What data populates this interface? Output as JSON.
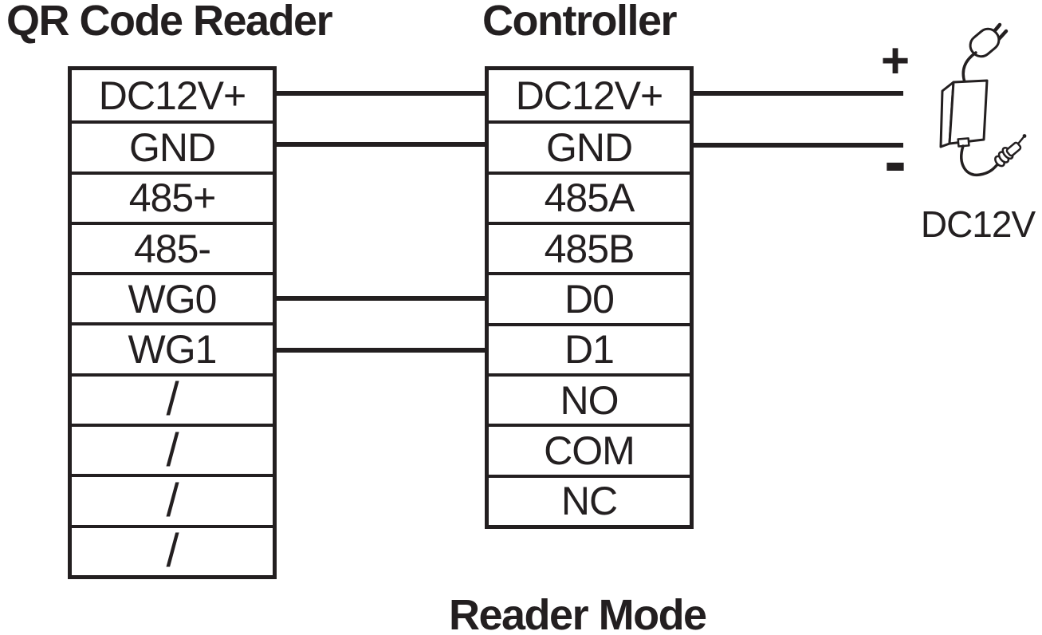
{
  "diagram": {
    "reader": {
      "title": "QR Code Reader",
      "pins": [
        "DC12V+",
        "GND",
        "485+",
        "485-",
        "WG0",
        "WG1",
        "/",
        "/",
        "/",
        "/"
      ]
    },
    "controller": {
      "title": "Controller",
      "pins": [
        "DC12V+",
        "GND",
        "485A",
        "485B",
        "D0",
        "D1",
        "NO",
        "COM",
        "NC"
      ]
    },
    "power_supply": {
      "positive_label": "+",
      "negative_label": "-",
      "label": "DC12V"
    },
    "mode_label": "Reader Mode",
    "connections": {
      "reader_to_controller": [
        {
          "from": "DC12V+",
          "to": "DC12V+"
        },
        {
          "from": "GND",
          "to": "GND"
        },
        {
          "from": "WG0",
          "to": "D0"
        },
        {
          "from": "WG1",
          "to": "D1"
        }
      ],
      "controller_to_power": [
        {
          "from": "DC12V+",
          "to": "+"
        },
        {
          "from": "GND",
          "to": "-"
        }
      ]
    },
    "colors": {
      "ink": "#231f20",
      "background": "#ffffff"
    }
  }
}
